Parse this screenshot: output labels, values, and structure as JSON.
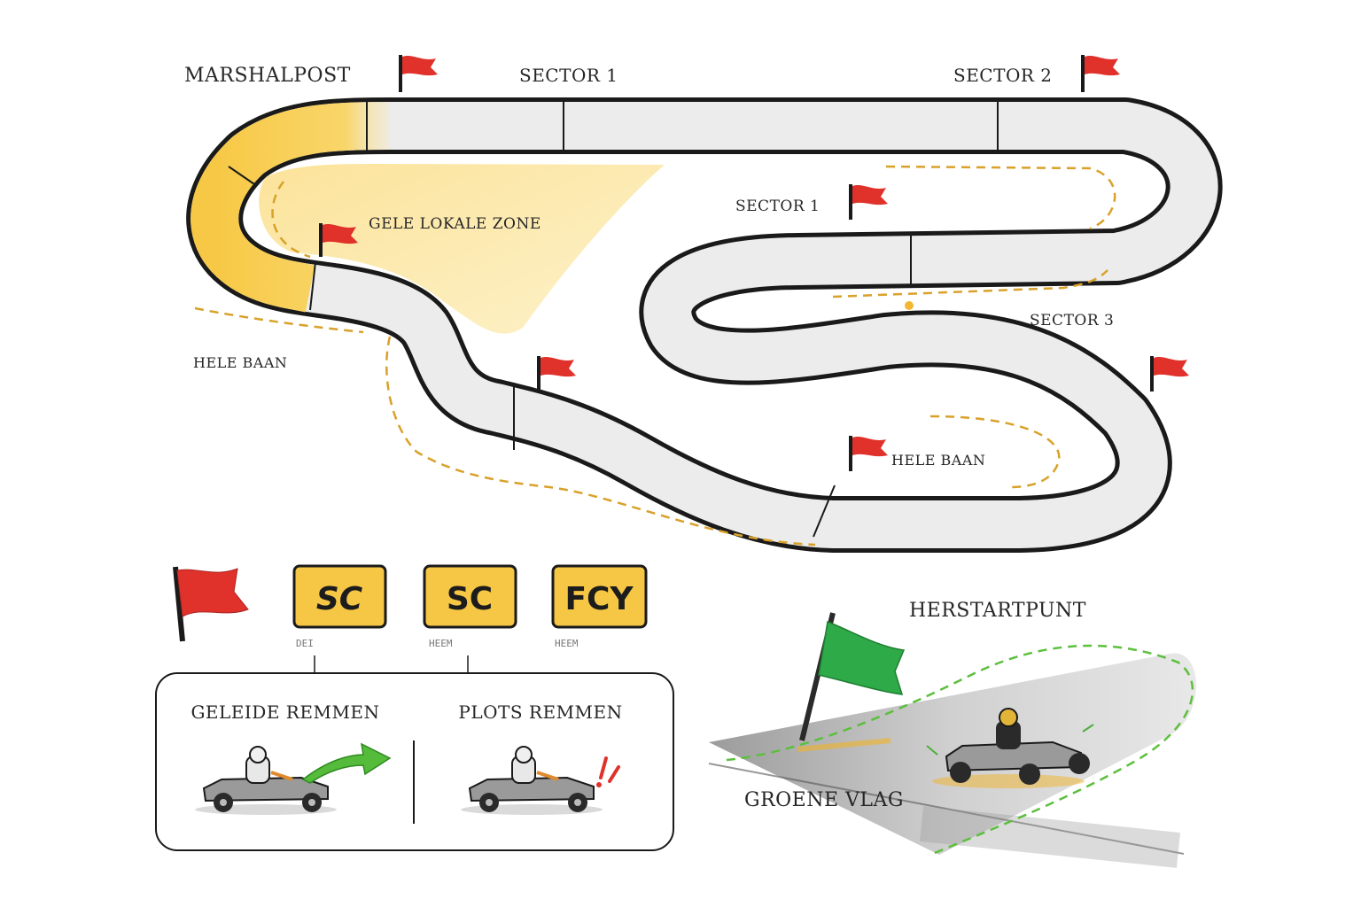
{
  "track_labels": {
    "marshalpost": "MARSHALPOST",
    "sector1_top": "SECTOR 1",
    "sector2": "SECTOR 2",
    "sector1_mid": "SECTOR 1",
    "gele_lokale_zone": "GELE LOKALE ZONE",
    "sector3": "SECTOR 3",
    "hele_baan_left": "HELE BAAN",
    "hele_baan_right": "HELE BAAN"
  },
  "signs": [
    {
      "label": "SC",
      "sublabel": "DEI",
      "style": "stylized"
    },
    {
      "label": "SC",
      "sublabel": "HEEM"
    },
    {
      "label": "FCY",
      "sublabel": "HEEM"
    }
  ],
  "braking": {
    "guided": "GELEIDE REMMEN",
    "sudden": "PLOTS REMMEN"
  },
  "restart": {
    "title": "HERSTARTPUNT",
    "green_flag": "GROENE VLAG"
  },
  "colors": {
    "red_flag": "#e0312b",
    "green_flag": "#2eaa48",
    "yellow_zone": "#f8cf52",
    "sign_yellow": "#f6c744",
    "track": "#ededed",
    "outline": "#1a1a1a"
  }
}
